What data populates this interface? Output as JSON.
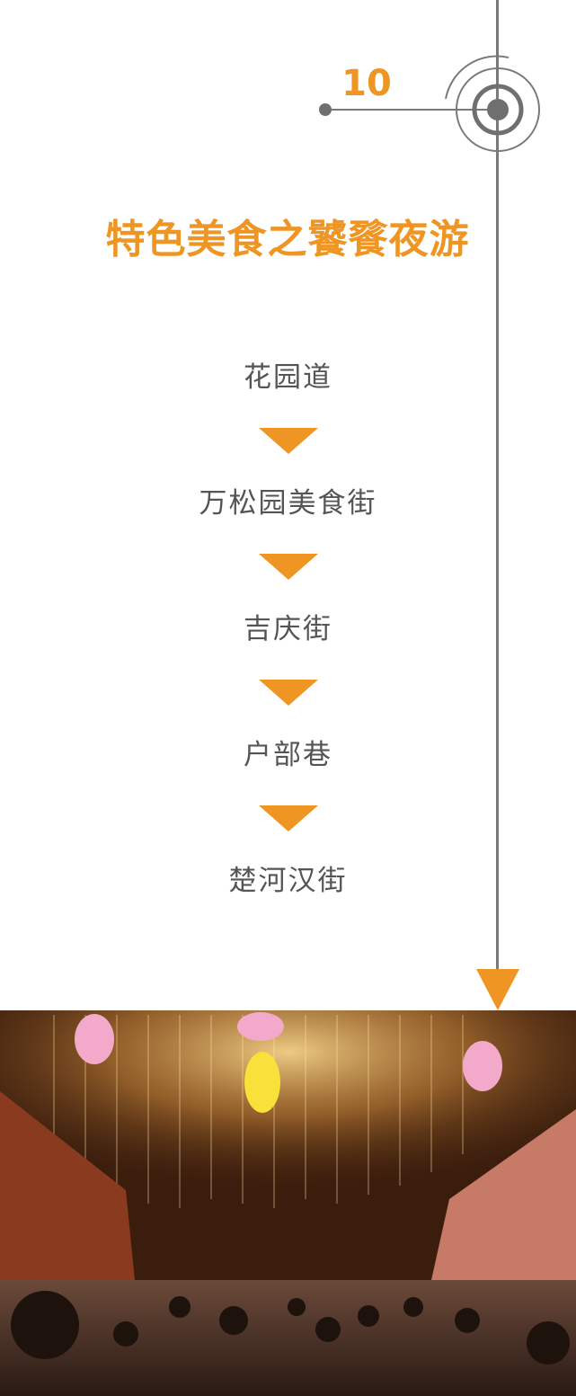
{
  "section": {
    "number": "10",
    "title": "特色美食之饕餮夜游"
  },
  "route": {
    "stops": [
      "花园道",
      "万松园美食街",
      "吉庆街",
      "户部巷",
      "楚河汉街"
    ]
  },
  "photo": {
    "caption": "",
    "icon": "night-street-photo"
  },
  "colors": {
    "accent": "#ee9523",
    "line": "#7a7a7a",
    "text": "#555555"
  }
}
